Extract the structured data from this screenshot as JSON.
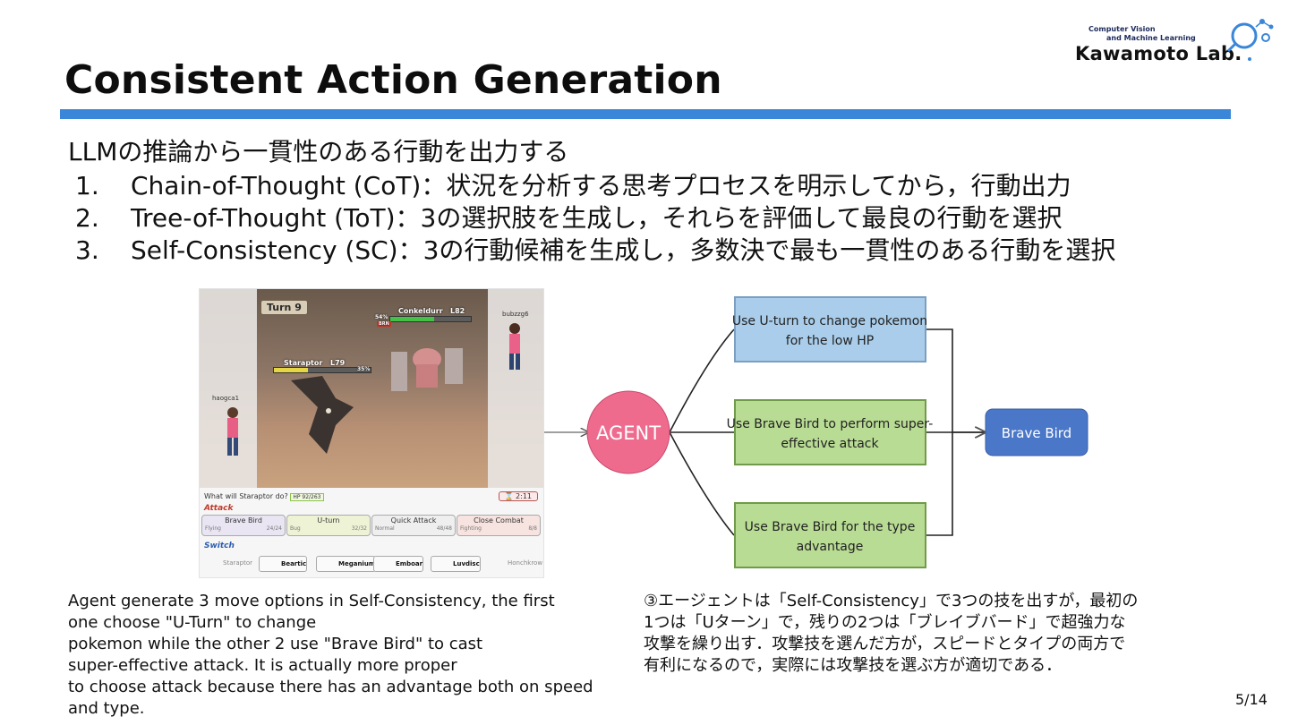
{
  "slide": {
    "title": "Consistent Action Generation",
    "page_number": "5/14",
    "accent_color": "#3a86d9"
  },
  "logo": {
    "line1": "Computer Vision",
    "line2": "and Machine Learning",
    "name": "Kawamoto Lab."
  },
  "intro": "LLMの推論から一貫性のある行動を出力する",
  "methods": [
    {
      "num": "1.",
      "text": "Chain-of-Thought (CoT)：状況を分析する思考プロセスを明示してから，行動出力"
    },
    {
      "num": "2.",
      "text": "Tree-of-Thought (ToT)：3の選択肢を生成し，それらを評価して最良の行動を選択"
    },
    {
      "num": "3.",
      "text": "Self-Consistency (SC)：3の行動候補を生成し，多数決で最も一貫性のある行動を選択"
    }
  ],
  "screenshot": {
    "turn": "Turn 9",
    "player_trainer": "haogca1",
    "opponent_trainer": "bubzzg6",
    "player_mon": {
      "name": "Staraptor",
      "level": "L79",
      "hp_text": "35%",
      "hp_fraction": 0.35
    },
    "opponent_mon": {
      "name": "Conkeldurr",
      "level": "L82",
      "hp_text": "54%",
      "status": "BRN",
      "hp_fraction": 0.54
    },
    "prompt": "What will Staraptor do?",
    "hp_tag": "HP 92/263",
    "timer": "2:11",
    "attack_label": "Attack",
    "switch_label": "Switch",
    "moves": [
      {
        "name": "Brave Bird",
        "type": "Flying",
        "pp": "24/24",
        "color": "#e9e5f3"
      },
      {
        "name": "U-turn",
        "type": "Bug",
        "pp": "32/32",
        "color": "#eef3d6"
      },
      {
        "name": "Quick Attack",
        "type": "Normal",
        "pp": "48/48",
        "color": "#efefef"
      },
      {
        "name": "Close Combat",
        "type": "Fighting",
        "pp": "8/8",
        "color": "#f7e3df"
      }
    ],
    "switches": [
      "Staraptor",
      "Beartic",
      "Meganium",
      "Emboar",
      "Luvdisc",
      "Honchkrow"
    ]
  },
  "diagram": {
    "agent_label": "AGENT",
    "options": [
      {
        "line1": "Use U-turn to change pokemon",
        "line2": "for the low HP",
        "color": "#a9cdea"
      },
      {
        "line1": "Use Brave Bird to perform super-",
        "line2": "effective attack",
        "color": "#b9dc94"
      },
      {
        "line1": "Use Brave Bird for the type",
        "line2": "advantage",
        "color": "#b9dc94"
      }
    ],
    "result": "Brave Bird",
    "agent_color": "#ee6b8e",
    "result_color": "#4a77c8"
  },
  "caption_en": [
    "Agent generate 3 move options in Self-Consistency, the first",
    "one choose \"U-Turn\" to change",
    "pokemon while the other 2 use \"Brave Bird\" to cast",
    "super-effective attack. It is actually more proper",
    "to choose attack because there has an advantage both on speed",
    "and type."
  ],
  "caption_jp": [
    "③エージェントは「Self-Consistency」で3つの技を出すが，最初の",
    "1つは「Uターン」で，残りの2つは「ブレイブバード」で超強力な",
    "攻撃を繰り出す．攻撃技を選んだ方が，スピードとタイプの両方で",
    "有利になるので，実際には攻撃技を選ぶ方が適切である．"
  ]
}
